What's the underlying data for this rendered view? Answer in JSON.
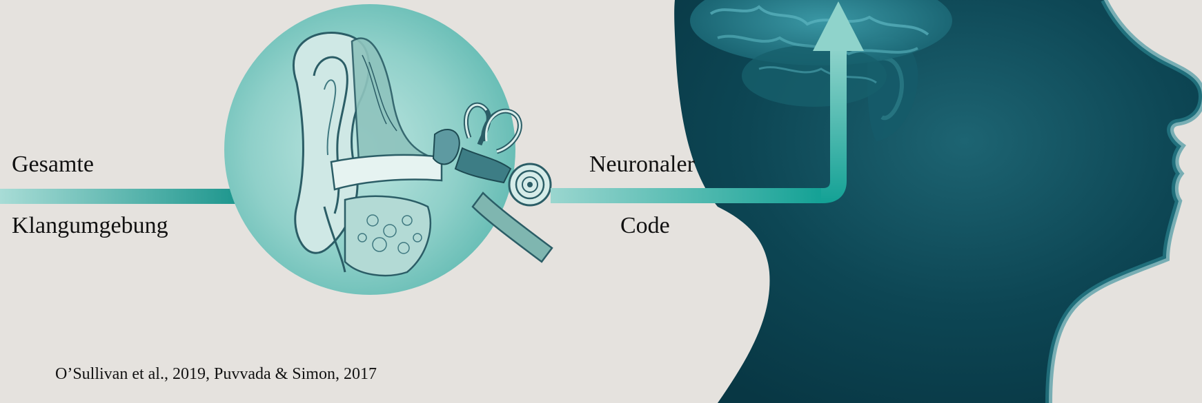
{
  "diagram": {
    "input_label_line1": "Gesamte",
    "input_label_line2": "Klangumgebung",
    "output_label_line1": "Neuronaler",
    "output_label_line2": "Code",
    "citation": "O’Sullivan et al., 2019, Puvvada & Simon, 2017"
  },
  "colors": {
    "background": "#e5e2de",
    "teal_light": "#9fd8d2",
    "teal_mid": "#2fb3a6",
    "teal_dark": "#0f8f86",
    "ear_circle": "#7cc8c1",
    "head_dark": "#0b3d48",
    "head_highlight": "#2a7b86",
    "brain": "#1d6f7d"
  },
  "icons": {
    "ear": "ear-anatomy-illustration",
    "head": "human-head-silhouette",
    "brain": "brain-icon"
  }
}
